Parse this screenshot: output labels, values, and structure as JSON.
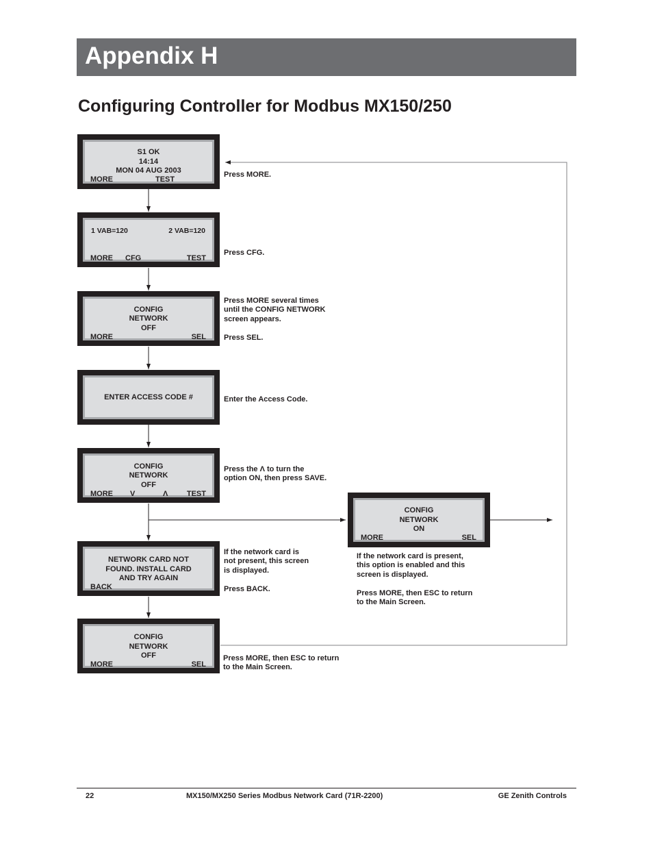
{
  "header": {
    "title": "Appendix H"
  },
  "subtitle": "Configuring Controller for Modbus MX150/250",
  "screens": {
    "s1": {
      "l1": "S1 OK",
      "l2": "14:14",
      "l3": "MON 04 AUG 2003",
      "k1": "MORE",
      "k2": "TEST"
    },
    "s2": {
      "left": "1 VAB=120",
      "right": "2 VAB=120",
      "k1": "MORE",
      "k2": "CFG",
      "k3": "TEST"
    },
    "s3": {
      "l1": "CONFIG",
      "l2": "NETWORK",
      "l3": "OFF",
      "k1": "MORE",
      "k2": "SEL"
    },
    "s4": {
      "l1": "ENTER ACCESS CODE #"
    },
    "s5": {
      "l1": "CONFIG",
      "l2": "NETWORK",
      "l3": "OFF",
      "k1": "MORE",
      "k2": "V",
      "k3": "Λ",
      "k4": "TEST"
    },
    "s6": {
      "l1": "NETWORK CARD NOT",
      "l2": "FOUND. INSTALL CARD",
      "l3": "AND TRY AGAIN",
      "k1": "BACK"
    },
    "s7": {
      "l1": "CONFIG",
      "l2": "NETWORK",
      "l3": "OFF",
      "k1": "MORE",
      "k2": "SEL"
    },
    "s8": {
      "l1": "CONFIG",
      "l2": "NETWORK",
      "l3": "ON",
      "k1": "MORE",
      "k2": "SEL"
    }
  },
  "notes": {
    "n1": "Press MORE.",
    "n2": "Press CFG.",
    "n3": "Press MORE several times\nuntil the CONFIG NETWORK\nscreen appears.\n\nPress SEL.",
    "n4": "Enter the Access Code.",
    "n5": "Press the Λ to turn the\noption ON, then press SAVE.",
    "n6": "If the network card is\nnot present, this screen\nis displayed.\n\nPress BACK.",
    "n7": "Press MORE, then ESC to return\nto the Main Screen.",
    "n8": "If the network card is present,\nthis option is enabled and this\nscreen is displayed.\n\nPress MORE, then ESC to return\nto the Main Screen."
  },
  "footer": {
    "page": "22",
    "doc": "MX150/MX250 Series Modbus Network Card (71R-2200)",
    "company": "GE Zenith Controls"
  }
}
